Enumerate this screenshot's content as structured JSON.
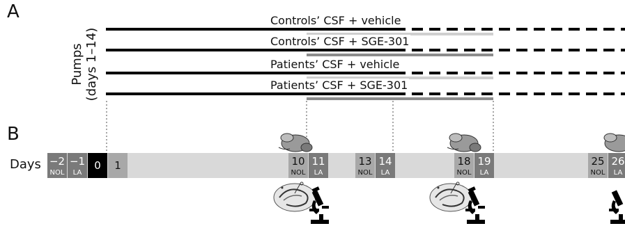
{
  "panels": {
    "a": "A",
    "b": "B"
  },
  "pumps_label": {
    "line1": "Pumps",
    "line2": "(days 1–14)"
  },
  "groups": [
    "Controls’ CSF + vehicle",
    "Controls’ CSF + SGE-301",
    "Patients’ CSF + vehicle",
    "Patients’ CSF + SGE-301"
  ],
  "timeline": {
    "title": "Days",
    "days": [
      {
        "num": "−2",
        "sub": "NOL",
        "tone": "dark"
      },
      {
        "num": "−1",
        "sub": "LA",
        "tone": "dark"
      },
      {
        "num": "0",
        "sub": "",
        "tone": "black"
      },
      {
        "num": "1",
        "sub": "",
        "tone": "mid"
      },
      {
        "num": "10",
        "sub": "NOL",
        "tone": "mid"
      },
      {
        "num": "11",
        "sub": "LA",
        "tone": "dark"
      },
      {
        "num": "13",
        "sub": "NOL",
        "tone": "mid"
      },
      {
        "num": "14",
        "sub": "LA",
        "tone": "dark"
      },
      {
        "num": "18",
        "sub": "NOL",
        "tone": "mid"
      },
      {
        "num": "19",
        "sub": "LA",
        "tone": "dark"
      },
      {
        "num": "25",
        "sub": "NOL",
        "tone": "mid"
      },
      {
        "num": "26",
        "sub": "LA",
        "tone": "dark"
      }
    ]
  },
  "colors": {
    "bar_light": "#d9d9d9",
    "box_dark": "#7a7a7a",
    "box_mid": "#a8a8a8",
    "box_black": "#000000",
    "treatment_line": "#8c8c8c",
    "vehicle_line": "#cfcfcf"
  },
  "icons": [
    "mouse-brain-icon",
    "hippocampus-section-icon",
    "microscope-icon"
  ]
}
